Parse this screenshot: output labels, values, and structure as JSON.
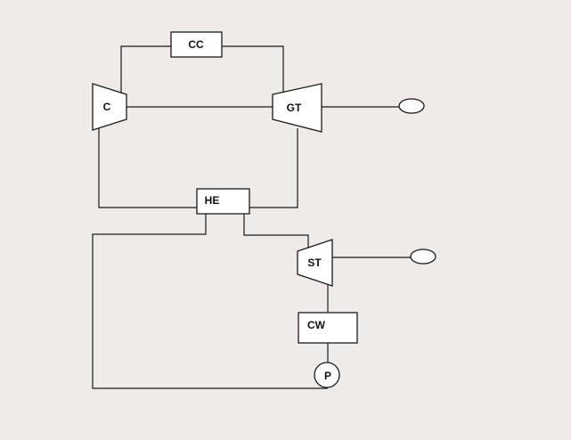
{
  "diagram": {
    "type": "power-cycle-schematic",
    "components": {
      "combustion_chamber": {
        "label": "CC"
      },
      "compressor": {
        "label": "C"
      },
      "gas_turbine": {
        "label": "GT"
      },
      "heat_exchanger": {
        "label": "HE"
      },
      "steam_turbine": {
        "label": "ST"
      },
      "cooling_water": {
        "label": "CW"
      },
      "pump": {
        "label": "P"
      }
    },
    "connections": [
      [
        "C",
        "CC"
      ],
      [
        "CC",
        "GT"
      ],
      [
        "C",
        "GT"
      ],
      [
        "GT",
        "generator-1"
      ],
      [
        "C",
        "HE"
      ],
      [
        "GT",
        "HE"
      ],
      [
        "HE",
        "ST"
      ],
      [
        "ST",
        "generator-2"
      ],
      [
        "ST",
        "CW"
      ],
      [
        "CW",
        "P"
      ],
      [
        "P",
        "HE"
      ]
    ],
    "colors": {
      "line": "#1a1a1a",
      "fill": "#ffffff",
      "background": "#eeebe8"
    }
  }
}
